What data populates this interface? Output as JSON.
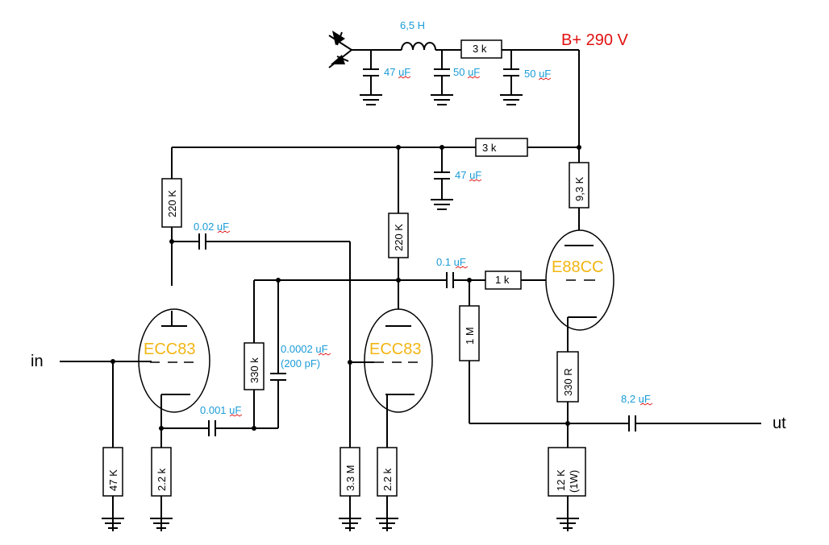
{
  "supply": {
    "bplus": "B+ 290 V",
    "choke": "6,5 H",
    "c1": "47 uF",
    "c2": "50 uF",
    "c3": "50 uF",
    "r_supply": "3 k",
    "r_dropper": "3 k",
    "c_decouple": "47 uF"
  },
  "stage1": {
    "tube": "ECC83",
    "plate_resistor": "220 K",
    "grid_resistor": "47 K",
    "cathode_resistor": "2.2 k",
    "coupling_cap": "0.02 uF"
  },
  "stage2": {
    "tube": "ECC83",
    "plate_resistor": "220 K",
    "grid_resistor": "3.3 M",
    "cathode_resistor": "2.2 k",
    "feedback_resistor": "330 k",
    "feedback_cap": "0.0002 uF",
    "feedback_cap_alt": "(200 pF)",
    "feedback_cap2": "0.001 uF",
    "coupling_cap": "0.1 uF"
  },
  "stage3": {
    "tube": "E88CC",
    "plate_resistor": "9,3 K",
    "grid_stopper": "1 k",
    "grid_resistor": "1 M",
    "cathode_resistor": "330 R",
    "load_resistor": "12 K",
    "load_rating": "(1W)",
    "output_cap": "8,2 uF"
  },
  "io": {
    "input": "in",
    "output": "ut"
  }
}
